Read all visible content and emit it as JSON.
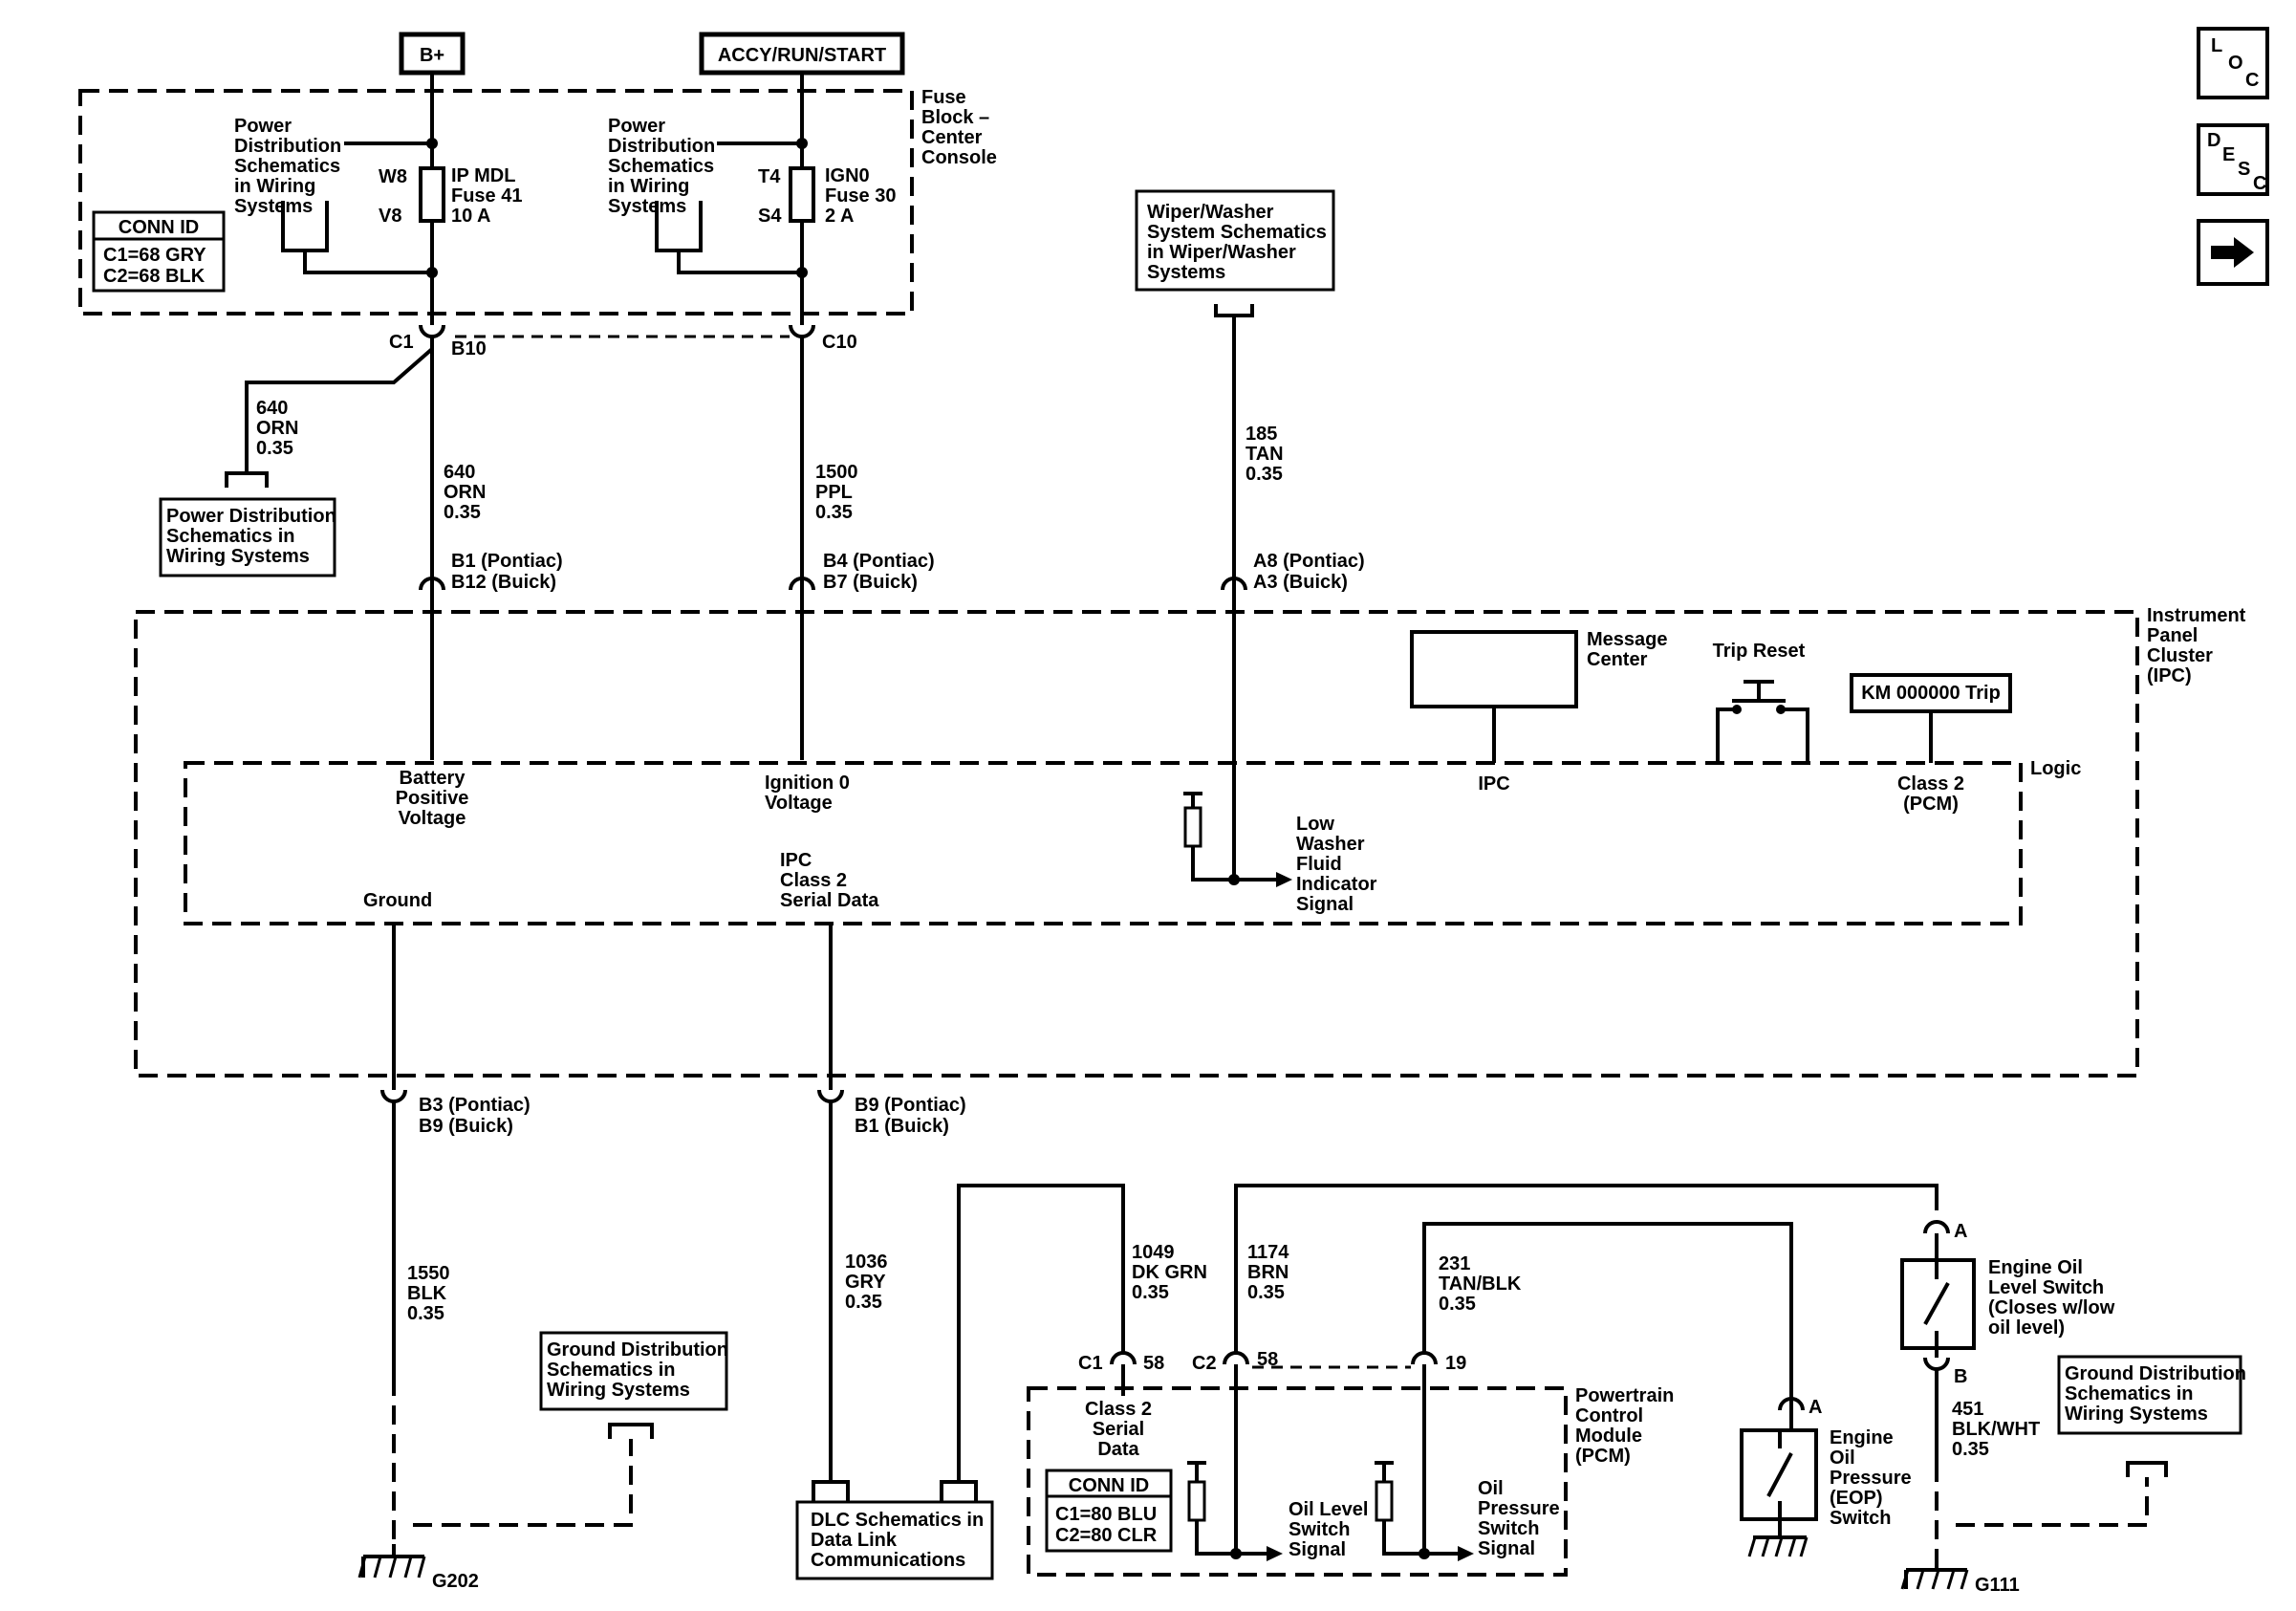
{
  "supplies": {
    "bplus": "B+",
    "accy": "ACCY/RUN/START"
  },
  "fuse_block": {
    "label": [
      "Fuse",
      "Block –",
      "Center",
      "Console"
    ],
    "pd_left": [
      "Power",
      "Distribution",
      "Schematics",
      "in Wiring",
      "Systems"
    ],
    "pd_right": [
      "Power",
      "Distribution",
      "Schematics",
      "in Wiring",
      "Systems"
    ],
    "conn_id_title": "CONN ID",
    "conn_id_lines": [
      "C1=68 GRY",
      "C2=68 BLK"
    ],
    "fuse41": {
      "top_pin": "W8",
      "bottom_pin": "V8",
      "lines": [
        "IP MDL",
        "Fuse 41",
        "10 A"
      ]
    },
    "fuse30": {
      "top_pin": "T4",
      "bottom_pin": "S4",
      "lines": [
        "IGN0",
        "Fuse 30",
        "2 A"
      ]
    },
    "c1": "C1",
    "b10": "B10",
    "c10": "C10"
  },
  "wires": {
    "w640_branch": [
      "640",
      "ORN",
      "0.35"
    ],
    "w640_main": [
      "640",
      "ORN",
      "0.35"
    ],
    "w1500": [
      "1500",
      "PPL",
      "0.35"
    ],
    "w185": [
      "185",
      "TAN",
      "0.35"
    ],
    "w1550": [
      "1550",
      "BLK",
      "0.35"
    ],
    "w1036": [
      "1036",
      "GRY",
      "0.35"
    ],
    "w1049": [
      "1049",
      "DK GRN",
      "0.35"
    ],
    "w1174": [
      "1174",
      "BRN",
      "0.35"
    ],
    "w231": [
      "231",
      "TAN/BLK",
      "0.35"
    ],
    "w451": [
      "451",
      "BLK/WHT",
      "0.35"
    ]
  },
  "pd_box_left": [
    "Power Distribution",
    "Schematics in",
    "Wiring  Systems"
  ],
  "wiper_box": [
    "Wiper/Washer",
    "System Schematics",
    "in Wiper/Washer",
    "Systems"
  ],
  "ipc_connectors": {
    "b1": [
      "B1  (Pontiac)",
      "B12 (Buick)"
    ],
    "b4": [
      "B4 (Pontiac)",
      "B7 (Buick)"
    ],
    "a8": [
      "A8 (Pontiac)",
      "A3 (Buick)"
    ]
  },
  "ipc": {
    "label": [
      "Instrument",
      "Panel",
      "Cluster",
      "(IPC)"
    ],
    "logic": "Logic",
    "message_center": [
      "Message",
      "Center"
    ],
    "trip_reset": "Trip Reset",
    "odometer": "KM 000000 Trip",
    "battery_voltage": [
      "Battery",
      "Positive",
      "Voltage"
    ],
    "ignition_voltage": [
      "Ignition 0",
      "Voltage"
    ],
    "low_washer": [
      "Low",
      "Washer",
      "Fluid",
      "Indicator",
      "Signal"
    ],
    "ipc_text": "IPC",
    "class2_pcm": [
      "Class 2",
      "(PCM)"
    ],
    "class2_serial": [
      "IPC",
      "Class 2",
      "Serial Data"
    ],
    "ground": "Ground"
  },
  "lower_connectors": {
    "b3": [
      "B3 (Pontiac)",
      "B9 (Buick)"
    ],
    "b9": [
      "B9 (Pontiac)",
      "B1 (Buick)"
    ]
  },
  "ground_box_left": [
    "Ground Distribution",
    "Schematics in",
    "Wiring Systems"
  ],
  "ground_box_right": [
    "Ground Distribution",
    "Schematics in",
    "Wiring Systems"
  ],
  "dlc_box": [
    "DLC Schematics in",
    "Data Link",
    "Communications"
  ],
  "grounds": {
    "g202": "G202",
    "g111": "G111"
  },
  "pcm": {
    "label": [
      "Powertrain",
      "Control",
      "Module",
      "(PCM)"
    ],
    "c1": "C1",
    "pin58a": "58",
    "c2": "C2",
    "pin58b": "58",
    "pin19": "19",
    "class2": [
      "Class 2",
      "Serial",
      "Data"
    ],
    "conn_id_title": "CONN ID",
    "conn_id_lines": [
      "C1=80 BLU",
      "C2=80 CLR"
    ],
    "oil_level": [
      "Oil Level",
      "Switch",
      "Signal"
    ],
    "oil_pressure": [
      "Oil",
      "Pressure",
      "Switch",
      "Signal"
    ]
  },
  "level_switch": {
    "pin_a": "A",
    "pin_b": "B",
    "label": [
      "Engine Oil",
      "Level Switch",
      "(Closes w/low",
      "oil level)"
    ]
  },
  "eop_switch": {
    "pin_a": "A",
    "label": [
      "Engine",
      "Oil",
      "Pressure",
      "(EOP)",
      "Switch"
    ]
  },
  "nav": {
    "loc": [
      "L",
      "O",
      "C"
    ],
    "desc": [
      "D",
      "E",
      "S",
      "C"
    ]
  }
}
